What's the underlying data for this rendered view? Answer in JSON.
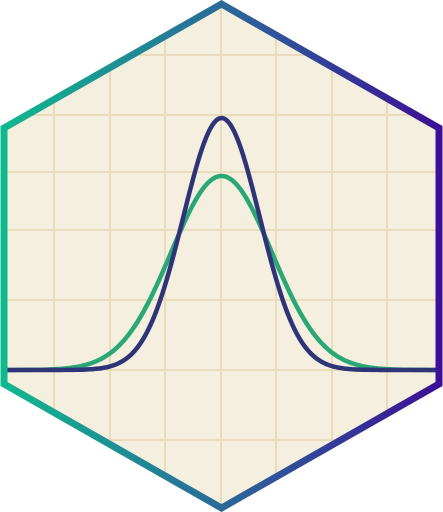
{
  "colors": {
    "background": "#f4efdf",
    "grid": "#e8dcbc",
    "border_start": "#10b88d",
    "border_mid": "#2a6a9a",
    "border_end": "#3d0f96",
    "curve_narrow": "#2f3377",
    "curve_wide": "#29a774"
  },
  "icon": "normal-distribution-hexagon-logo",
  "curves": [
    {
      "id": "narrow",
      "sigma": 0.38,
      "amplitude": 1.0
    },
    {
      "id": "wide",
      "sigma": 0.5,
      "amplitude": 0.77
    }
  ]
}
